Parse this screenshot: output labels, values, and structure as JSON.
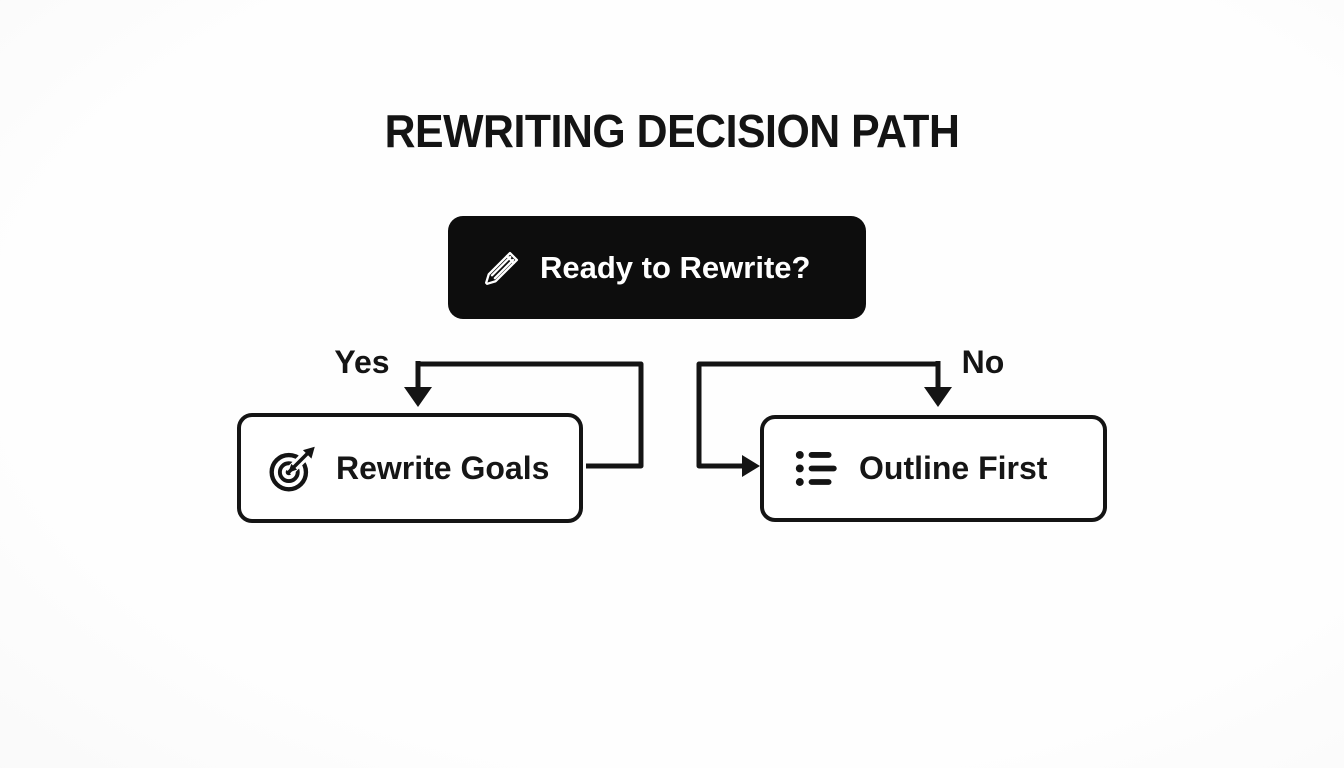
{
  "title": "REWRITING DECISION PATH",
  "decision_node": {
    "label": "Ready to Rewrite?",
    "icon": "pencil-icon"
  },
  "yes_branch": {
    "label": "Yes",
    "node": {
      "label": "Rewrite Goals",
      "icon": "target-icon"
    }
  },
  "no_branch": {
    "label": "No",
    "node": {
      "label": "Outline First",
      "icon": "list-icon"
    }
  },
  "colors": {
    "background": "#fcfcfc",
    "decision_fill": "#0d0d0d",
    "decision_text": "#ffffff",
    "outline_stroke": "#141414",
    "text": "#161616",
    "connector": "#141414"
  }
}
